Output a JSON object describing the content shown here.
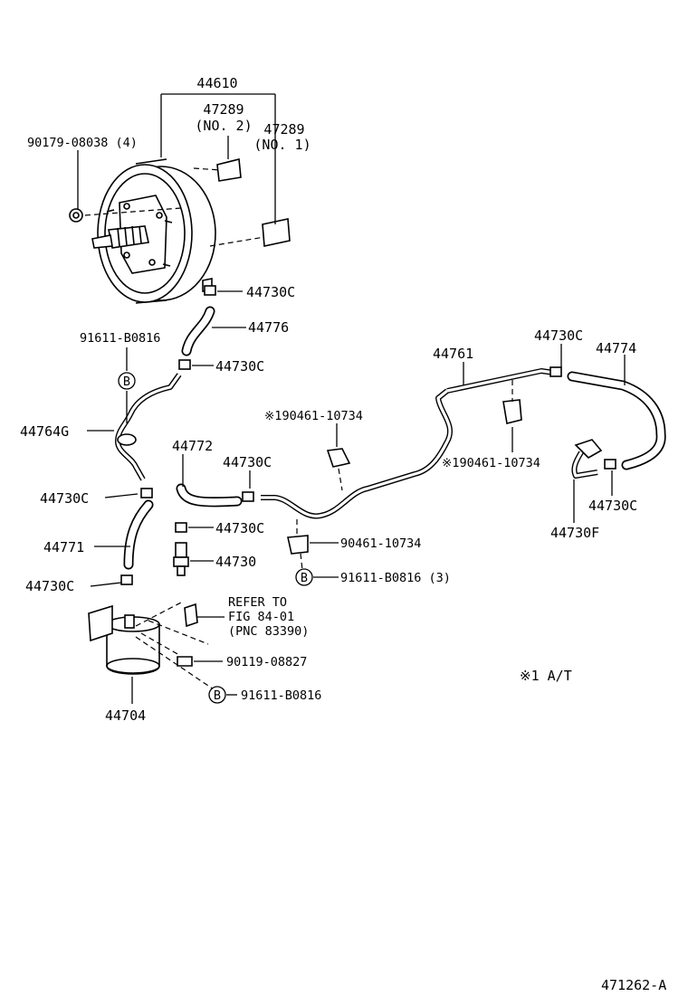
{
  "labels": {
    "booster_assy": "44610",
    "gasket_no2_num": "47289",
    "gasket_no2_sub": "(NO. 2)",
    "gasket_no1_num": "47289",
    "gasket_no1_sub": "(NO. 1)",
    "nut": "90179-08038 (4)",
    "clamp_booster": "44730C",
    "hose_44776": "44776",
    "bolt_b_left": "91611-B0816",
    "b_marker": "B",
    "clamp_upper_left": "44730C",
    "pipe_44764g": "44764G",
    "clamp_mid_left": "44730C",
    "hose_44772": "44772",
    "clamp_44772": "44730C",
    "hose_44771": "44771",
    "clamp_lower_left": "44730C",
    "clamp_valve": "44730C",
    "valve_44730": "44730",
    "refer_line1": "REFER TO",
    "refer_line2": "FIG 84-01",
    "refer_line3": "(PNC 83390)",
    "bolt_90119": "90119-08827",
    "bolt_b_bottom": "91611-B0816",
    "tank_44704": "44704",
    "clip_top_mid": "※190461-10734",
    "clip_90461": "90461-10734",
    "bolt_b_mid": "91611-B0816 (3)",
    "pipe_44761": "44761",
    "clamp_top_right": "44730C",
    "hose_44774": "44774",
    "clip_right": "※190461-10734",
    "clamp_right": "44730C",
    "hose_44730f": "44730F",
    "note": "※1 A/T",
    "figure_code": "471262-A"
  }
}
